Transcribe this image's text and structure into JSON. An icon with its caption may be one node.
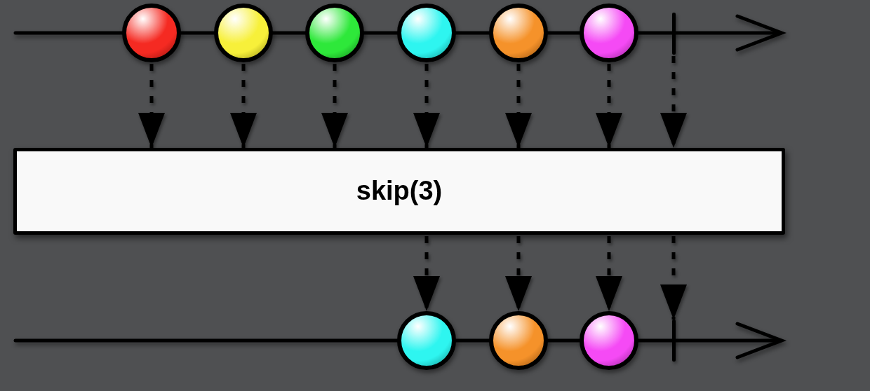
{
  "diagram": {
    "nodes": [
      {
        "text": [],
        "shape": "circle"
      },
      {
        "text": [],
        "shape": "circle"
      },
      {
        "text": [],
        "shape": "circle"
      },
      {
        "text": [],
        "shape": "circle"
      },
      {
        "text": [],
        "shape": "circle"
      },
      {
        "text": [],
        "shape": "circle"
      },
      {
        "text": [],
        "shape": "bar"
      },
      {
        "text": [
          "skip(3)"
        ]
      },
      {
        "text": [],
        "shape": "circle"
      },
      {
        "text": [],
        "shape": "circle"
      },
      {
        "text": [],
        "shape": "circle"
      },
      {
        "text": [],
        "shape": "bar"
      }
    ],
    "edges": [
      {
        "from": 0,
        "to": 7,
        "arrow": "to",
        "style": "dashed"
      },
      {
        "from": 1,
        "to": 7,
        "arrow": "to",
        "style": "dashed"
      },
      {
        "from": 2,
        "to": 7,
        "arrow": "to",
        "style": "dashed"
      },
      {
        "from": 3,
        "to": 7,
        "arrow": "to",
        "style": "dashed"
      },
      {
        "from": 4,
        "to": 7,
        "arrow": "to",
        "style": "dashed"
      },
      {
        "from": 5,
        "to": 7,
        "arrow": "to",
        "style": "dashed"
      },
      {
        "from": 6,
        "to": 7,
        "arrow": "to",
        "style": "dashed"
      },
      {
        "from": 7,
        "to": 8,
        "arrow": "to",
        "style": "dashed"
      },
      {
        "from": 7,
        "to": 9,
        "arrow": "to",
        "style": "dashed"
      },
      {
        "from": 7,
        "to": 10,
        "arrow": "to",
        "style": "dashed"
      },
      {
        "from": 7,
        "to": 11,
        "arrow": "to",
        "style": "dashed"
      }
    ]
  }
}
